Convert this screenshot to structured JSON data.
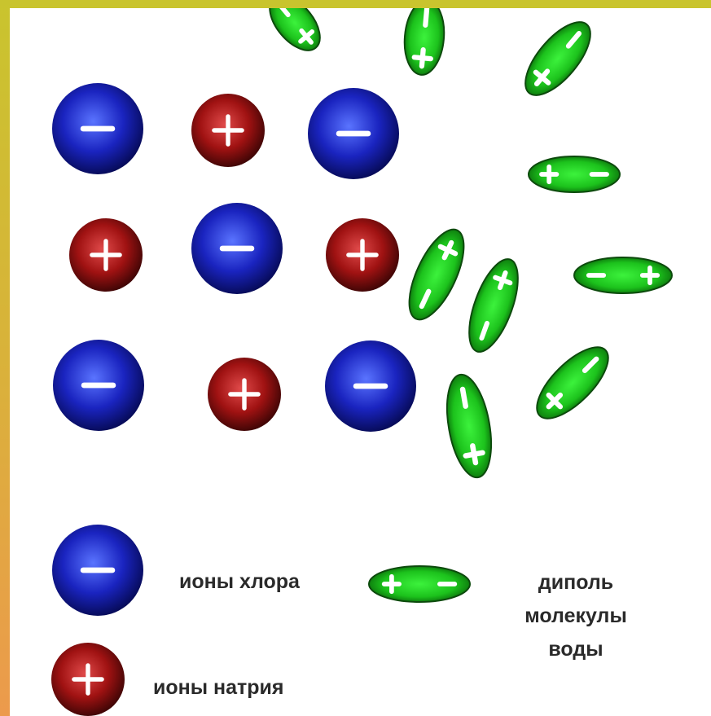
{
  "colors": {
    "anion": "#1a22b8",
    "cation": "#9b1010",
    "dipole": "#1fd11f",
    "frame": "#d4b83a"
  },
  "legend": {
    "chloride_label": "ионы хлора",
    "sodium_label": "ионы натрия",
    "dipole_label_lines": [
      "диполь",
      "молекулы",
      "воды"
    ]
  }
}
